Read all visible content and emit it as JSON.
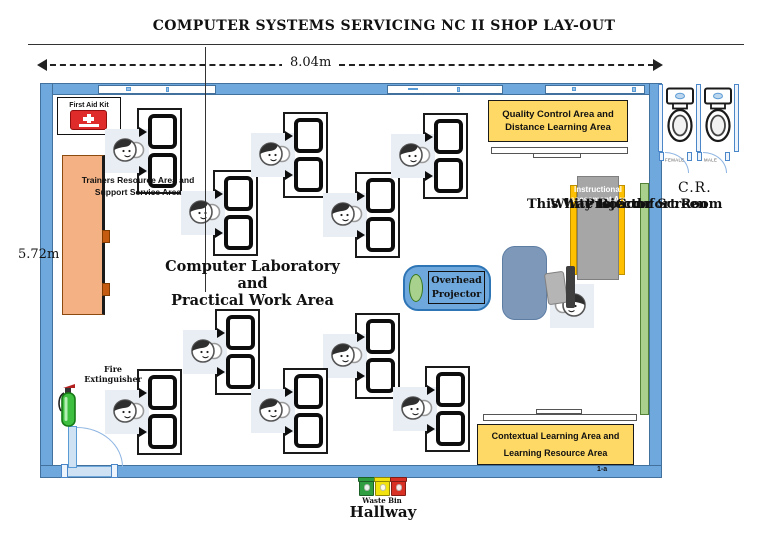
{
  "title": "COMPUTER SYSTEMS SERVICING NC II SHOP LAY-OUT",
  "dimensions": {
    "width": "8.04m",
    "height": "5.72m"
  },
  "rooms": {
    "lab": {
      "line1": "Computer Laboratory and",
      "line2": "Practical Work Area"
    },
    "trainers": {
      "line1": "Trainers Resource Area and",
      "line2": "Support Service Area"
    },
    "quality": {
      "line1": "Quality Control Area and",
      "line2": "Distance Learning Area"
    },
    "contextual": {
      "line1": "Contextual Learning Area and",
      "line2": "Learning Resource Area"
    },
    "instructional": {
      "line1": "Instructional",
      "line2": "Assessment Area"
    },
    "comfort_room": "C.R.",
    "hallway": "Hallway"
  },
  "equipment": {
    "first_aid": "First Aid Kit",
    "fire_line1": "Fire",
    "fire_line2": "Extinguisher",
    "overhead_line1": "Overhead",
    "overhead_line2": "Projector",
    "waste_bin": "Waste Bin",
    "white_board": "White Board",
    "projector_screen": "Projector Screen",
    "this_way": "This Way to Comfort Room"
  },
  "cr_doors": {
    "female": "FEMALE",
    "male": "MALE"
  },
  "door_tag": "1-a",
  "icons": {
    "person": "person-icon",
    "monitor": "monitor-icon",
    "toilet": "toilet-icon",
    "first_aid": "first-aid-kit-icon",
    "fire_extinguisher": "fire-extinguisher-icon",
    "waste_bins": "waste-bin-icons"
  },
  "colors": {
    "wall": "#6FA8DC",
    "wall_border": "#41719C",
    "window": "#FFFFFF",
    "highlight_yellow": "#FFD966",
    "board_gray": "#A6A6A6",
    "board_rail_yellow": "#FFC000",
    "screen_green": "#A9D08D",
    "projector_blue": "#6FA8DC",
    "chair_blue": "#7E98BA",
    "table_orange": "#F4B183",
    "first_aid_red": "#E02B2B",
    "extinguisher_green": "#3FBF3F",
    "waste_bins": [
      "#2F9E41",
      "#F2E20D",
      "#D93025"
    ]
  }
}
